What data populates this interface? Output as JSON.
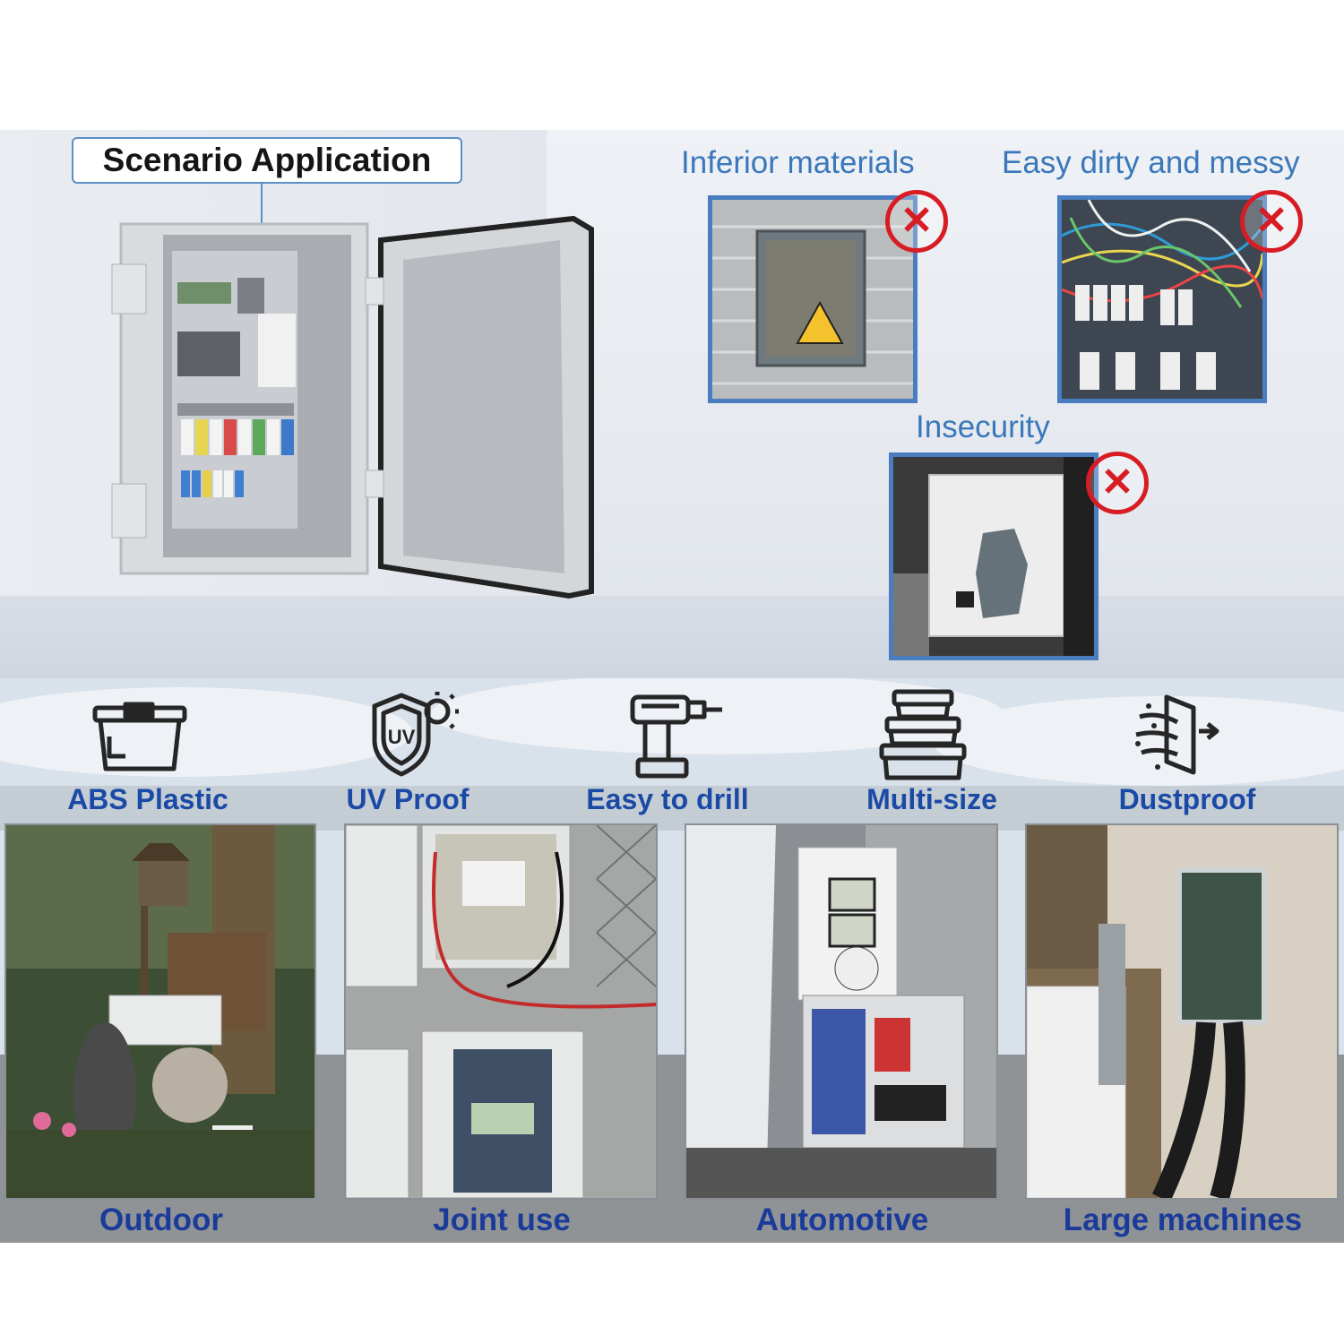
{
  "top": {
    "scenario_label": "Scenario Application",
    "problems": [
      {
        "label": "Inferior materials",
        "mark": "✕"
      },
      {
        "label": "Easy dirty and messy",
        "mark": "✕"
      },
      {
        "label": "Insecurity",
        "mark": "✕"
      }
    ]
  },
  "features": [
    {
      "label": "ABS Plastic",
      "icon": "plastic-box-icon"
    },
    {
      "label": "UV Proof",
      "icon": "uv-shield-icon"
    },
    {
      "label": "Easy to drill",
      "icon": "drill-icon"
    },
    {
      "label": "Multi-size",
      "icon": "stacked-boxes-icon"
    },
    {
      "label": "Dustproof",
      "icon": "dustproof-icon"
    }
  ],
  "uses": [
    {
      "label": "Outdoor"
    },
    {
      "label": "Joint use"
    },
    {
      "label": "Automotive"
    },
    {
      "label": "Large machines"
    }
  ],
  "uv_text": "UV",
  "colors": {
    "accent_blue": "#1b4aa6",
    "frame_blue": "#4a7dc0",
    "cross_red": "#d81c24"
  }
}
